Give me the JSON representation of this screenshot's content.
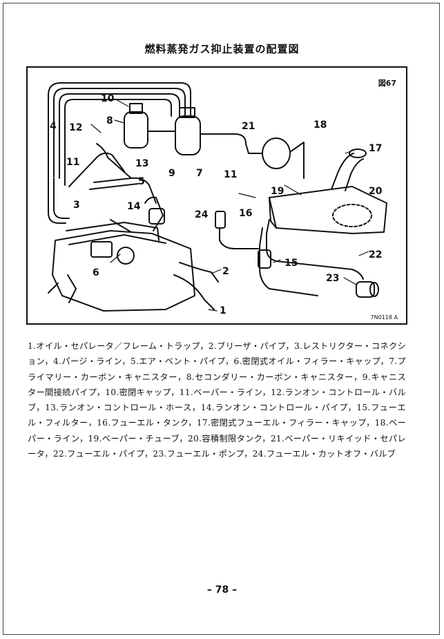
{
  "title": "燃料蒸発ガス抑止装置の配置図",
  "figure": {
    "number_label": "図67",
    "code_label": "7N0118 A",
    "callouts": {
      "c1": "1",
      "c2": "2",
      "c3": "3",
      "c4": "4",
      "c5": "5",
      "c6": "6",
      "c7": "7",
      "c8": "8",
      "c9": "9",
      "c10": "10",
      "c11a": "11",
      "c11b": "11",
      "c12": "12",
      "c13": "13",
      "c14": "14",
      "c15": "15",
      "c16": "16",
      "c17": "17",
      "c18": "18",
      "c19": "19",
      "c20": "20",
      "c21": "21",
      "c22": "22",
      "c23": "23",
      "c24": "24"
    }
  },
  "legend_text": "1.オイル・セパレータ／フレーム・トラップ，2.ブリーザ・パイプ，3.レストリクター・コネクション，4.パージ・ライン，5.エア・ベント・パイプ，6.密閉式オイル・フィラー・キャップ，7.プライマリー・カーボン・キャニスター，8.セコンダリー・カーボン・キャニスター，9.キャニスター間接続パイプ，10.密閉キャップ，11.ベーパー・ライン，12.ランオン・コントロール・バルブ，13.ランオン・コントロール・ホース，14.ランオン・コントロール・パイプ，15.フューエル・フィルター，16.フューエル・タンク，17.密閉式フューエル・フィラー・キャップ，18.ベーパー・ライン，19.ベーパー・チューブ，20.容積制限タンク，21.ベーパー・リキイッド・セパレータ，22.フューエル・パイプ，23.フューエル・ポンプ，24.フューエル・カットオフ・バルブ",
  "page_number": "– 78 –"
}
